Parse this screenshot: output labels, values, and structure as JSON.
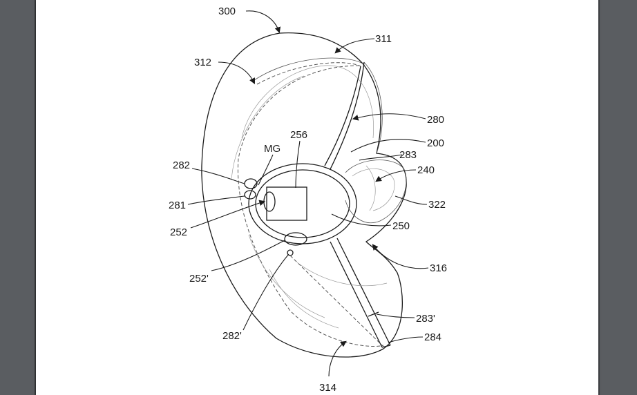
{
  "figure": {
    "labels": {
      "l300": "300",
      "l311": "311",
      "l312": "312",
      "l280": "280",
      "l200": "200",
      "l256": "256",
      "lMG": "MG",
      "l283": "283",
      "l282": "282",
      "l240": "240",
      "l281": "281",
      "l322": "322",
      "l252": "252",
      "l250": "250",
      "l316": "316",
      "l252p": "252'",
      "l283p": "283'",
      "l282p": "282'",
      "l284": "284",
      "l314": "314"
    }
  }
}
